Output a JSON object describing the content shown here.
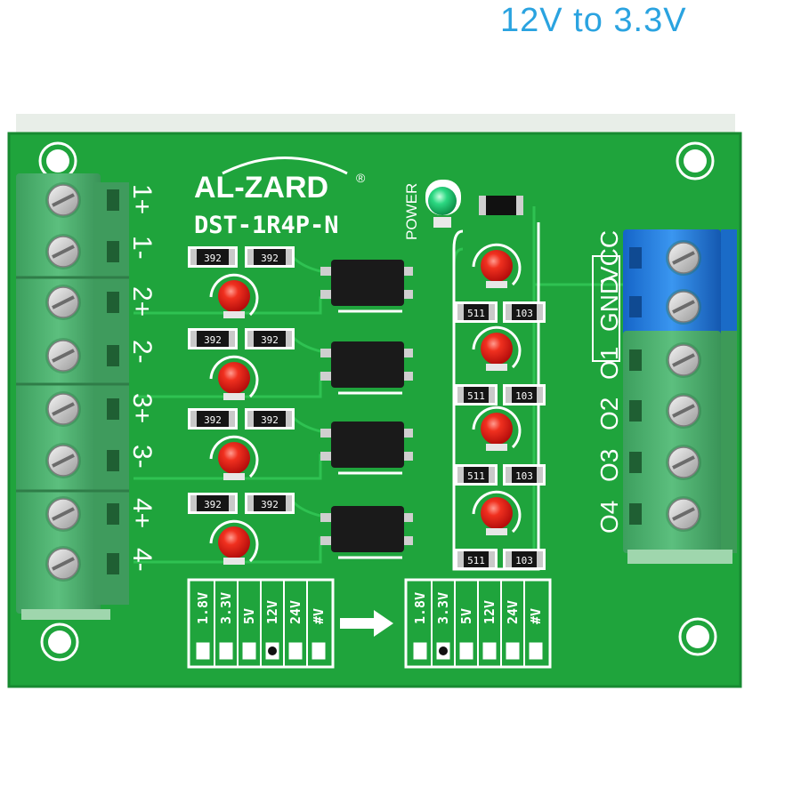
{
  "headline": "12V to 3.3V",
  "board": {
    "brand": "AL-ZARD",
    "brand_mark": "®",
    "model": "DST-1R4P-N",
    "power_label": "POWER",
    "input_pins": [
      "1+",
      "1-",
      "2+",
      "2-",
      "3+",
      "3-",
      "4+",
      "4-"
    ],
    "output_pins": [
      "VCC",
      "GND",
      "O1",
      "O2",
      "O3",
      "O4"
    ],
    "resistor_input_code": "392",
    "resistor_led_code": "511",
    "resistor_pull_code": "103",
    "input_voltage_options": [
      "1.8V",
      "3.3V",
      "5V",
      "12V",
      "24V",
      "#V"
    ],
    "input_selected": "12V",
    "output_voltage_options": [
      "1.8V",
      "3.3V",
      "5V",
      "12V",
      "24V",
      "#V"
    ],
    "output_selected": "3.3V"
  },
  "colors": {
    "headline": "#2aa3e0",
    "pcb": "#1fa43c",
    "terminal_green": "#4caf6e",
    "terminal_blue": "#1f7fe0",
    "led_red": "#e0201c",
    "led_green": "#28d07a"
  }
}
